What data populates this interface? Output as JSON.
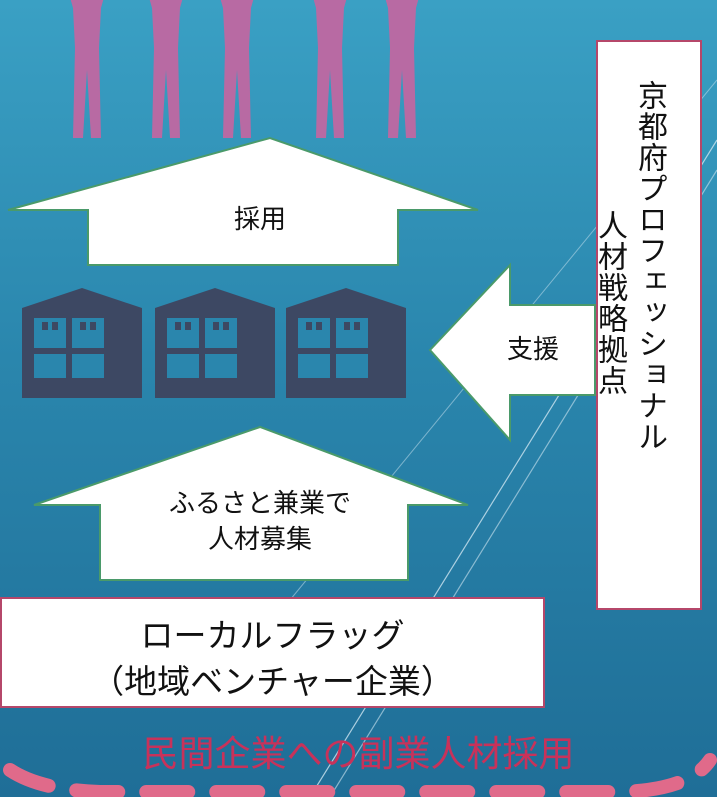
{
  "diagram": {
    "arrow_top_label": "採用",
    "arrow_support_label": "支援",
    "arrow_bottom_label_line1": "ふるさと兼業で",
    "arrow_bottom_label_line2": "人材募集",
    "local_flag_line1": "ローカルフラッグ",
    "local_flag_line2": "（地域ベンチャー企業）",
    "pref_title_line1": "京都府プロフェッショナル",
    "pref_title_line2": "人材戦略拠点",
    "footer_title": "民間企業への副業人材採用"
  },
  "icons": {
    "people": "person-arms-raised-icon",
    "buildings": "office-building-icon"
  },
  "colors": {
    "background_top": "#3aa0c4",
    "background_bottom": "#1f6e97",
    "person": "#b86aa3",
    "building": "#3d4863",
    "accent": "#c8325a",
    "box_border": "#b5476a",
    "arrow_border": "#4a9a6a"
  }
}
